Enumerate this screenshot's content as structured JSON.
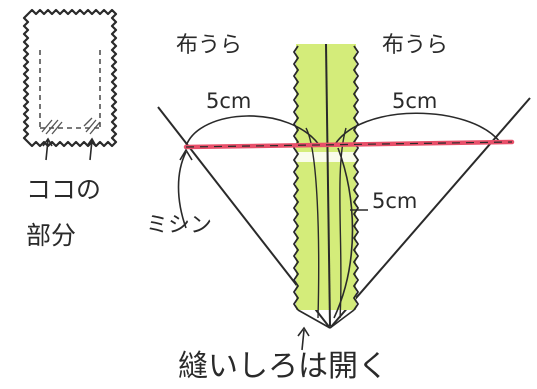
{
  "labels": {
    "part_line1": "ココの",
    "part_line2": "部分",
    "fabric_back_left": "布うら",
    "fabric_back_right": "布うら",
    "measure_top_left": "5cm",
    "measure_top_right": "5cm",
    "measure_side": "5cm",
    "machine_stitch": "ミシン",
    "bottom_caption": "縫いしろは開く"
  },
  "colors": {
    "ink": "#2a2a2a",
    "stitch_line": "#e8506a",
    "seam_allowance": "#d4ec7a",
    "hatch": "#555555"
  }
}
